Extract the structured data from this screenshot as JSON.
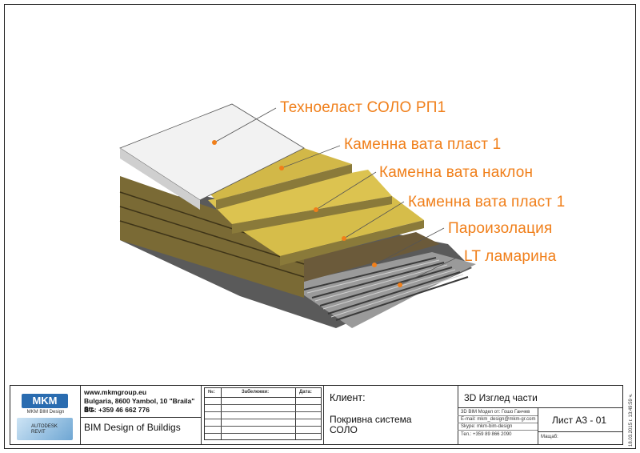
{
  "labels": [
    {
      "id": "membrane",
      "text": "Техноеласт СОЛО РП1"
    },
    {
      "id": "wool1",
      "text": "Каменна вата пласт 1"
    },
    {
      "id": "wool_slope",
      "text": "Каменна вата наклон"
    },
    {
      "id": "wool2",
      "text": "Каменна вата пласт 1"
    },
    {
      "id": "vapor",
      "text": "Пароизолация"
    },
    {
      "id": "deck",
      "text": "LT ламарина"
    }
  ],
  "colors": {
    "label": "#f07f1a",
    "membrane": "#f2f2f2",
    "wool": "#d9c04a",
    "wool_side": "#8a7a3a",
    "vapor": "#6b5a3a",
    "metal": "#8c8c8c"
  },
  "company": {
    "logo": "MKM",
    "logo_sub": "MKM BIM Design",
    "badge": "AUTODESK REVIT",
    "web": "www.mkmgroup.eu",
    "address": "Bulgaria, 8600 Yambol, 10 \"Braila\" Str.",
    "phone": "BG: +359 46  662 776",
    "tagline": "BIM Design of Buildigs"
  },
  "notes_table": {
    "col_no": "№:",
    "col_notes": "Забележки:",
    "col_date": "Дата:"
  },
  "client": {
    "label": "Клиент:",
    "project_line1": "Покривна система",
    "project_line2": "СОЛО"
  },
  "sheet": {
    "title": "3D Изглед части",
    "info1": "3D BIM Модел от:    Гошо Ганчев",
    "info2": "E-mail: mkm_design@mkm-gr.com",
    "info3": "Skype: mkm-bim-design",
    "info4": "Тел.: +359 89 866 2090",
    "number": "Лист А3 - 01",
    "scale_label": "Мащаб:",
    "timestamp": "18.03.2015 г. 13:49:59 ч."
  }
}
